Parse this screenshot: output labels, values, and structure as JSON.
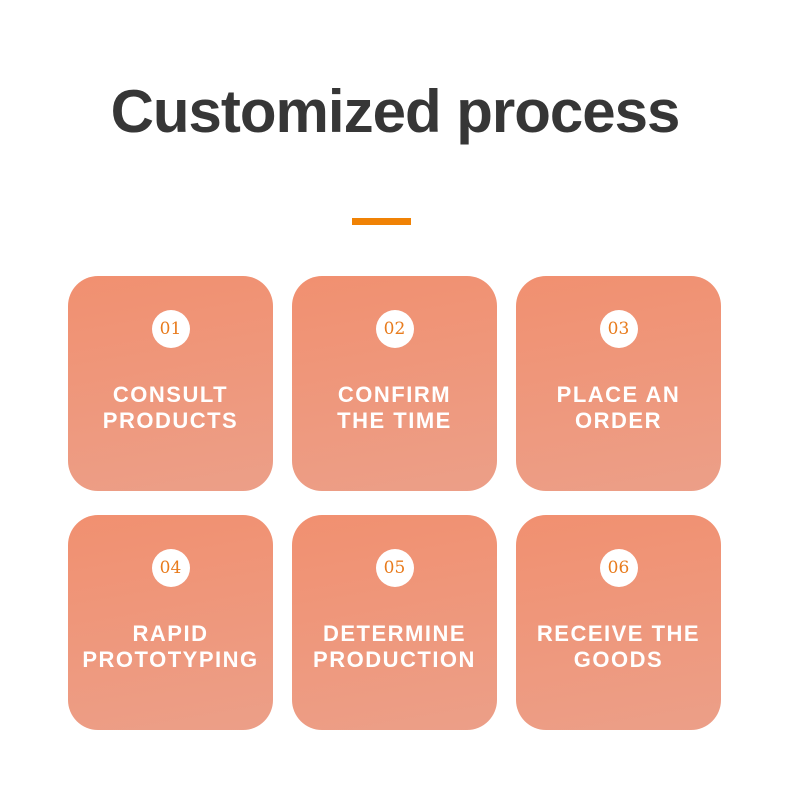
{
  "theme": {
    "background": "#ffffff",
    "title_color": "#363636",
    "accent_orange": "#f08205",
    "card_gradient_top": "#f19070",
    "card_gradient_bottom": "#ec9f88",
    "step_number_color": "#e87c1e",
    "card_text_color": "#ffffff"
  },
  "header": {
    "title": "Customized process"
  },
  "steps": [
    {
      "number": "01",
      "label": "CONSULT\nPRODUCTS"
    },
    {
      "number": "02",
      "label": "CONFIRM\nTHE TIME"
    },
    {
      "number": "03",
      "label": "PLACE AN\nORDER"
    },
    {
      "number": "04",
      "label": "RAPID\nPROTOTYPING"
    },
    {
      "number": "05",
      "label": "DETERMINE\nPRODUCTION"
    },
    {
      "number": "06",
      "label": "RECEIVE THE\nGOODS"
    }
  ]
}
